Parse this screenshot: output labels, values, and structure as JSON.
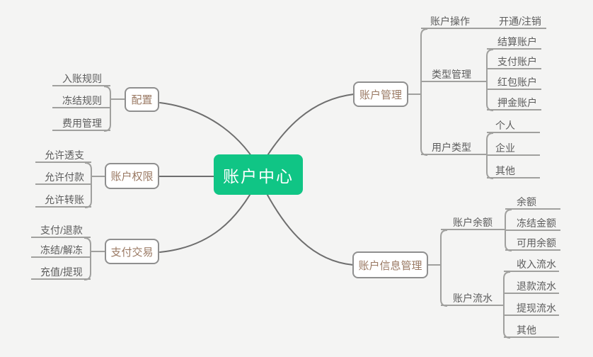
{
  "colors": {
    "background": "#f4f4f3",
    "root_fill": "#10c585",
    "root_text": "#ffffff",
    "branch_text": "#9a7963",
    "topic_text": "#5c5c5c",
    "curve_line": "#6e6e6e",
    "bracket_line": "#a0a09e",
    "node_border": "#8f8f8f"
  },
  "root": {
    "label": "账户中心"
  },
  "left": [
    {
      "label": "配置",
      "children": [
        "入账规则",
        "冻结规则",
        "费用管理"
      ]
    },
    {
      "label": "账户权限",
      "children": [
        "允许透支",
        "允许付款",
        "允许转账"
      ]
    },
    {
      "label": "支付交易",
      "children": [
        "支付/退款",
        "冻结/解冻",
        "充值/提现"
      ]
    }
  ],
  "right": [
    {
      "label": "账户管理",
      "children": [
        {
          "label": "账户操作",
          "children": [
            "开通/注销"
          ]
        },
        {
          "label": "类型管理",
          "children": [
            "结算账户",
            "支付账户",
            "红包账户",
            "押金账户"
          ]
        },
        {
          "label": "用户类型",
          "children": [
            "个人",
            "企业",
            "其他"
          ]
        }
      ]
    },
    {
      "label": "账户信息管理",
      "children": [
        {
          "label": "账户余额",
          "children": [
            "余额",
            "冻结金额",
            "可用余额"
          ]
        },
        {
          "label": "账户流水",
          "children": [
            "收入流水",
            "退款流水",
            "提现流水",
            "其他"
          ]
        }
      ]
    }
  ]
}
